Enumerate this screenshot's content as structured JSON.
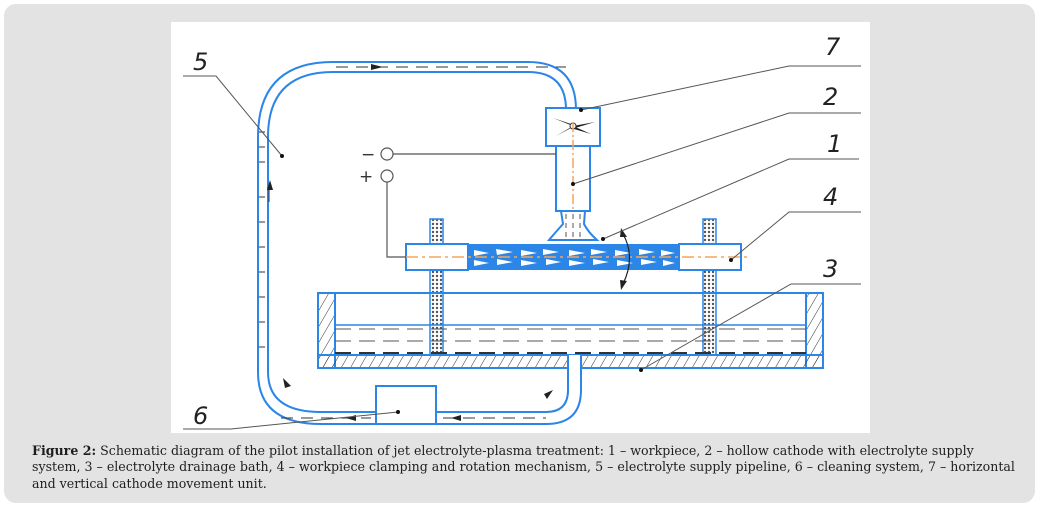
{
  "figure": {
    "labels": {
      "l1": "1",
      "l2": "2",
      "l3": "3",
      "l4": "4",
      "l5": "5",
      "l6": "6",
      "l7": "7"
    },
    "terminals": {
      "negative": "−",
      "positive": "+"
    },
    "colors": {
      "pipe": "#2b86e8",
      "axis": "#f5a55a",
      "leader": "#555555",
      "hatch": "#333333"
    }
  },
  "caption": {
    "prefix": "Figure 2:",
    "text": " Schematic diagram of the pilot installation of jet electrolyte-plasma treatment: 1 – workpiece, 2 – hollow cathode with electrolyte supply system, 3 – electrolyte drainage bath, 4 – workpiece clamping and rotation mechanism, 5 – electrolyte supply pipeline, 6 – cleaning system, 7 – horizontal and vertical cathode movement unit."
  }
}
